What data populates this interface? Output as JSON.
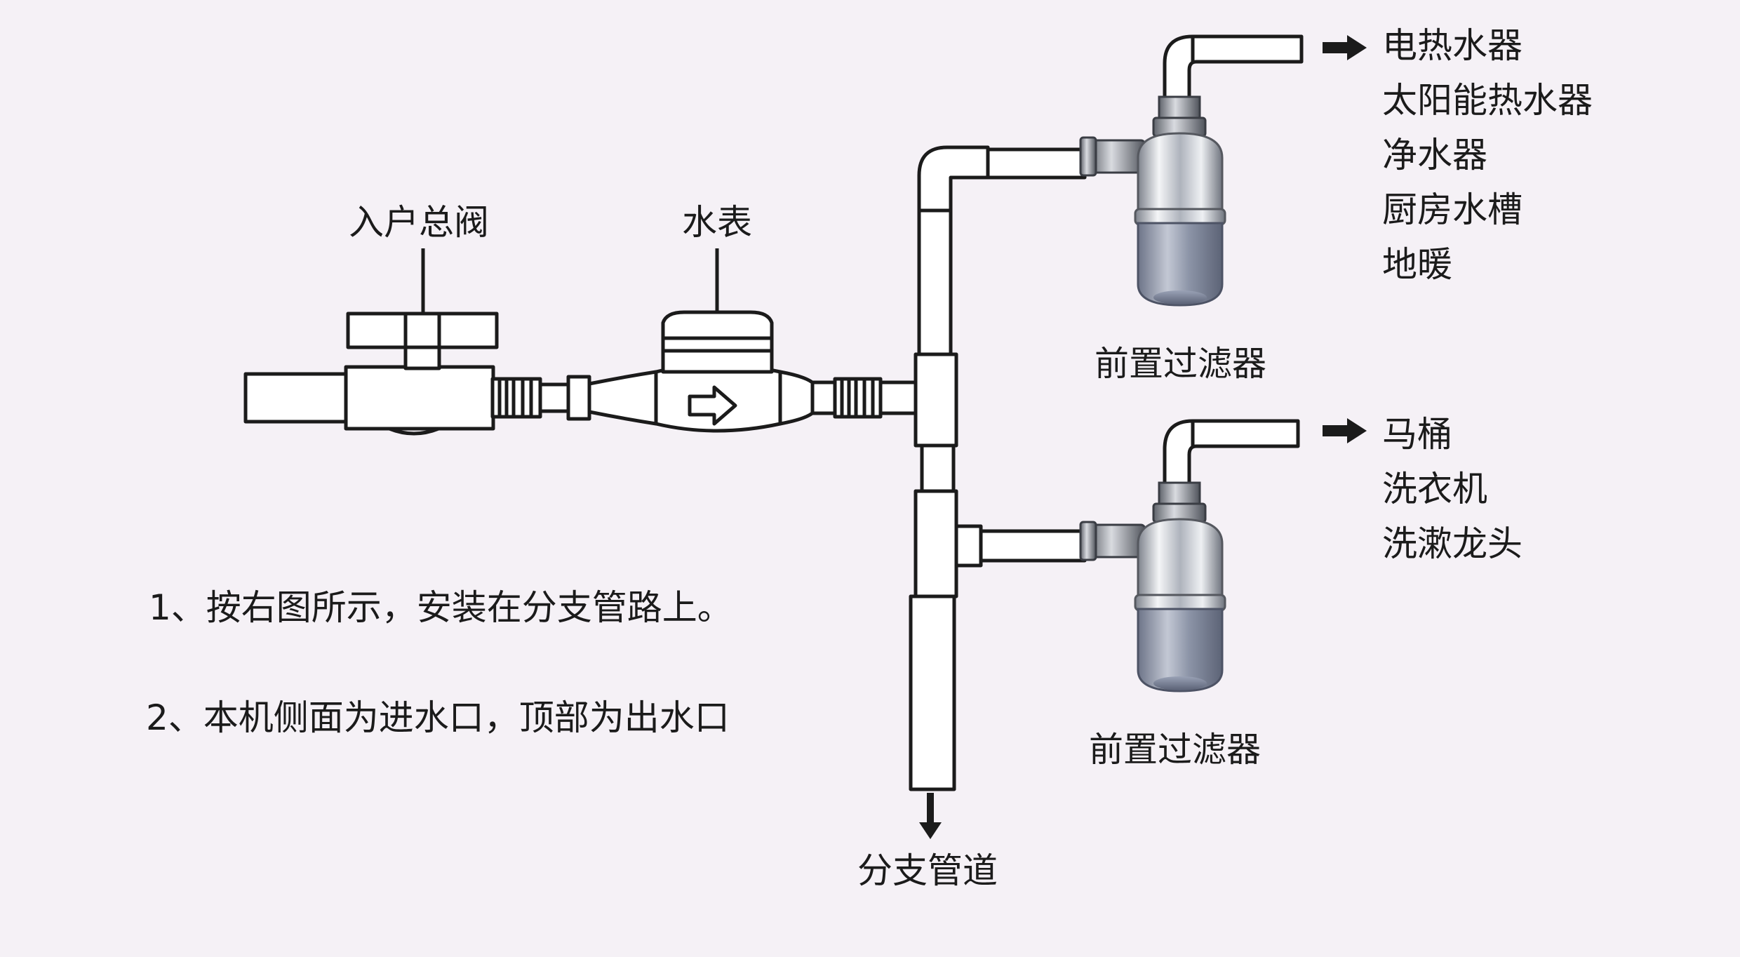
{
  "labels": {
    "main_valve": "入户总阀",
    "water_meter": "水表",
    "filter_upper": "前置过滤器",
    "filter_lower": "前置过滤器",
    "branch_pipe": "分支管道"
  },
  "upper_outlets": [
    "电热水器",
    "太阳能热水器",
    "净水器",
    "厨房水槽",
    "地暖"
  ],
  "lower_outlets": [
    "马桶",
    "洗衣机",
    "洗漱龙头"
  ],
  "notes": [
    "1、按右图所示，安装在分支管路上。",
    "2、本机侧面为进水口，顶部为出水口"
  ],
  "colors": {
    "background": "#f5f1f6",
    "line": "#1b1b1b",
    "chrome": "#c9ccd3",
    "filter_bowl": "#8a92a6"
  }
}
